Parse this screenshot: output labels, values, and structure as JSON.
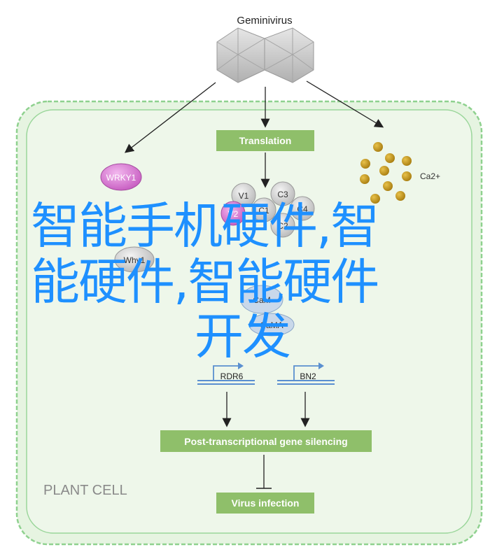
{
  "diagram": {
    "virus_label": "Geminivirus",
    "translation_label": "Translation",
    "wrky1_label": "WRKY1",
    "why1_label": "Why1",
    "ca2_label": "Ca2+",
    "v1_label": "V1",
    "c3_label": "C3",
    "v2_label": "V2",
    "c1_label": "C1",
    "c4_label": "C4",
    "c2_label": "C2",
    "cam_label": "CaM",
    "cami_label": "CaMA",
    "rdr6_label": "RDR6",
    "bn2_label": "BN2",
    "silencing_label": "Post-transcriptional gene silencing",
    "infection_label": "Virus infection",
    "plant_cell_label": "PLANT CELL"
  },
  "watermark": {
    "line1": "智能手机硬件,智",
    "line2": "能硬件,智能硬件",
    "line3": "开发"
  },
  "colors": {
    "cell_border": "#8fd18f",
    "cell_fill": "#eaf5e6",
    "box_fill": "#8fbf6a",
    "node_fill": "#c8c8c8",
    "pink_node": "#d96ad0",
    "ca_dot": "#c8a028",
    "watermark": "#1e90ff"
  }
}
